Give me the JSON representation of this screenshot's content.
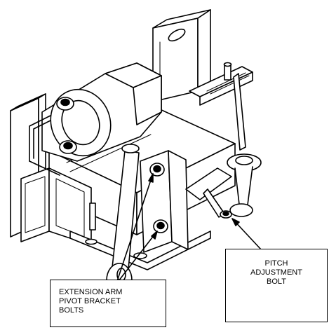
{
  "figure": {
    "stroke_color": "#000000",
    "background_color": "#ffffff"
  },
  "callouts": {
    "pitch_adjustment_bolt": {
      "lines": [
        "PITCH",
        "ADJUSTMENT",
        "BOLT"
      ]
    },
    "extension_arm_pivot_bracket_bolts": {
      "lines": [
        "EXTENSION ARM",
        "PIVOT BRACKET",
        "BOLTS"
      ]
    }
  }
}
